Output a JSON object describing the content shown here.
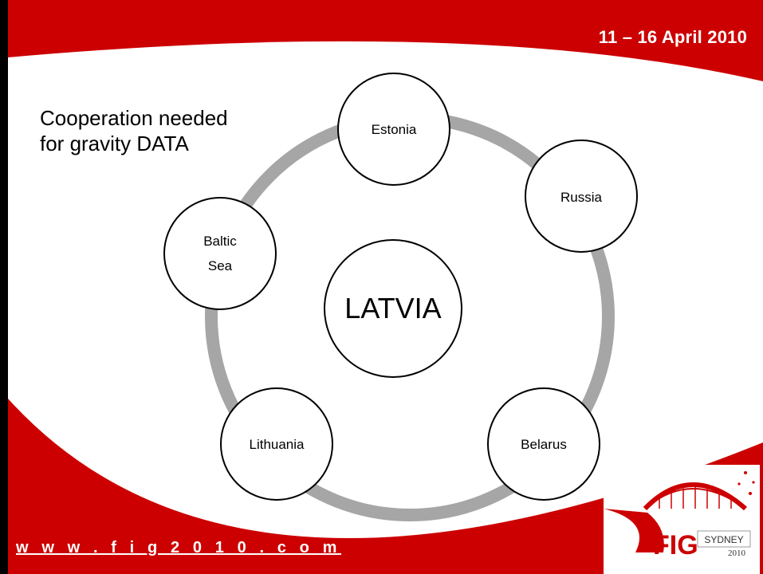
{
  "header": {
    "date": "11 – 16 April 2010"
  },
  "title": {
    "line1": "Cooperation needed",
    "line2": "for gravity DATA"
  },
  "diagram": {
    "center": "LATVIA",
    "nodes": [
      {
        "id": "estonia",
        "lines": [
          "Estonia"
        ]
      },
      {
        "id": "russia",
        "lines": [
          "Russia"
        ]
      },
      {
        "id": "belarus",
        "lines": [
          "Belarus"
        ]
      },
      {
        "id": "lithuania",
        "lines": [
          "Lithuania"
        ]
      },
      {
        "id": "baltic-sea",
        "lines": [
          "Baltic",
          "Sea"
        ]
      }
    ]
  },
  "footer": {
    "url": "w w w . f i g 2 0 1 0 . c o m"
  },
  "logo": {
    "text": "FIG",
    "city": "SYDNEY",
    "year": "2010"
  },
  "colors": {
    "brand_red": "#cc0000",
    "ring_gray": "#a6a6a6",
    "background": "#ffffff"
  }
}
